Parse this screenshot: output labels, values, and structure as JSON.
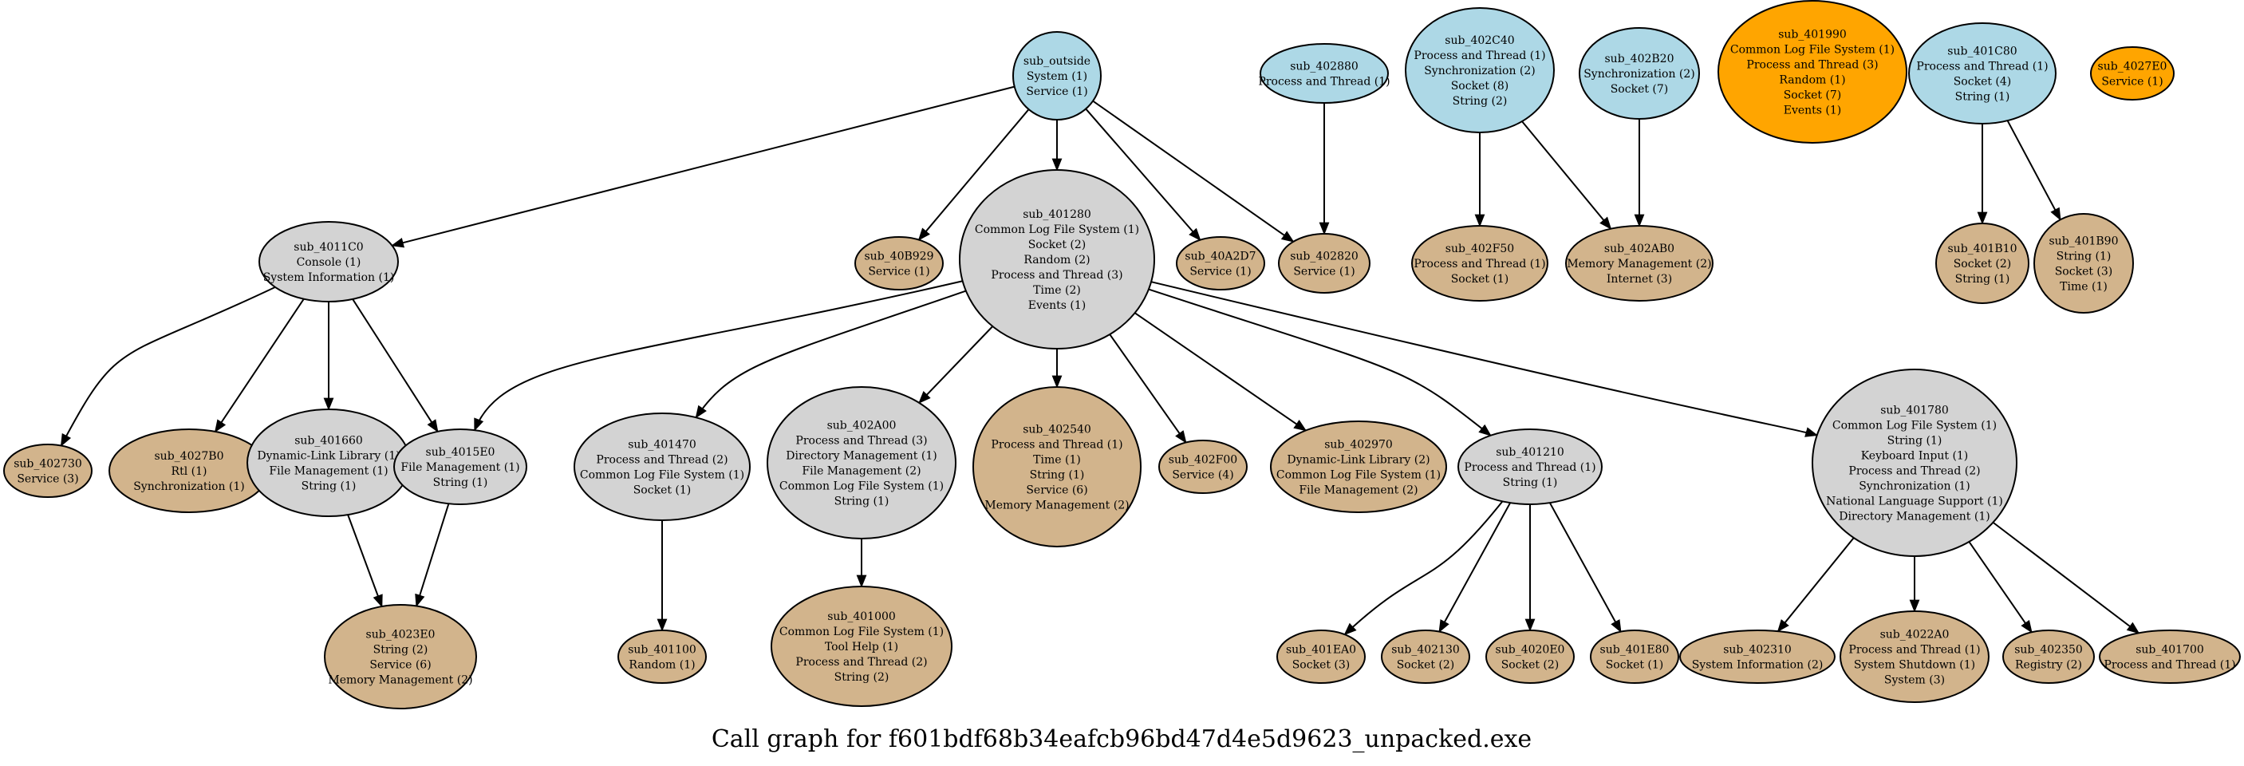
{
  "colors": {
    "root": "#add8e6",
    "internal": "#d3d3d3",
    "leaf": "#d2b48c",
    "orphan": "#ffa500",
    "edge": "#000000"
  },
  "caption": "Call graph for f601bdf68b34eafcb96bd47d4e5d9623_unpacked.exe",
  "nodes": [
    {
      "id": "sub_outside",
      "kind": "root",
      "lines": [
        "System (1)",
        "Service (1)"
      ]
    },
    {
      "id": "sub_402880",
      "kind": "root",
      "lines": [
        "Process and Thread (1)"
      ]
    },
    {
      "id": "sub_402C40",
      "kind": "root",
      "lines": [
        "Process and Thread (1)",
        "Synchronization (2)",
        "Socket (8)",
        "String (2)"
      ]
    },
    {
      "id": "sub_402B20",
      "kind": "root",
      "lines": [
        "Synchronization (2)",
        "Socket (7)"
      ]
    },
    {
      "id": "sub_401990",
      "kind": "orphan",
      "lines": [
        "Common Log File System (1)",
        "Process and Thread (3)",
        "Random (1)",
        "Socket (7)",
        "Events (1)"
      ]
    },
    {
      "id": "sub_401C80",
      "kind": "root",
      "lines": [
        "Process and Thread (1)",
        "Socket (4)",
        "String (1)"
      ]
    },
    {
      "id": "sub_4027E0",
      "kind": "orphan",
      "lines": [
        "Service (1)"
      ]
    },
    {
      "id": "sub_4011C0",
      "kind": "internal",
      "lines": [
        "Console (1)",
        "System Information (1)"
      ]
    },
    {
      "id": "sub_40B929",
      "kind": "leaf",
      "lines": [
        "Service (1)"
      ]
    },
    {
      "id": "sub_401280",
      "kind": "internal",
      "lines": [
        "Common Log File System (1)",
        "Socket (2)",
        "Random (2)",
        "Process and Thread (3)",
        "Time (2)",
        "Events (1)"
      ]
    },
    {
      "id": "sub_40A2D7",
      "kind": "leaf",
      "lines": [
        "Service (1)"
      ]
    },
    {
      "id": "sub_402820",
      "kind": "leaf",
      "lines": [
        "Service (1)"
      ]
    },
    {
      "id": "sub_402F50",
      "kind": "leaf",
      "lines": [
        "Process and Thread (1)",
        "Socket (1)"
      ]
    },
    {
      "id": "sub_402AB0",
      "kind": "leaf",
      "lines": [
        "Memory Management (2)",
        "Internet (3)"
      ]
    },
    {
      "id": "sub_401B10",
      "kind": "leaf",
      "lines": [
        "Socket (2)",
        "String (1)"
      ]
    },
    {
      "id": "sub_401B90",
      "kind": "leaf",
      "lines": [
        "String (1)",
        "Socket (3)",
        "Time (1)"
      ]
    },
    {
      "id": "sub_402730",
      "kind": "leaf",
      "lines": [
        "Service (3)"
      ]
    },
    {
      "id": "sub_4027B0",
      "kind": "leaf",
      "lines": [
        "Rtl (1)",
        "Synchronization (1)"
      ]
    },
    {
      "id": "sub_401660",
      "kind": "internal",
      "lines": [
        "Dynamic-Link Library (1)",
        "File Management (1)",
        "String (1)"
      ]
    },
    {
      "id": "sub_4015E0",
      "kind": "internal",
      "lines": [
        "File Management (1)",
        "String (1)"
      ]
    },
    {
      "id": "sub_401470",
      "kind": "internal",
      "lines": [
        "Process and Thread (2)",
        "Common Log File System (1)",
        "Socket (1)"
      ]
    },
    {
      "id": "sub_402A00",
      "kind": "internal",
      "lines": [
        "Process and Thread (3)",
        "Directory Management (1)",
        "File Management (2)",
        "Common Log File System (1)",
        "String (1)"
      ]
    },
    {
      "id": "sub_402540",
      "kind": "leaf",
      "lines": [
        "Process and Thread (1)",
        "Time (1)",
        "String (1)",
        "Service (6)",
        "Memory Management (2)"
      ]
    },
    {
      "id": "sub_402F00",
      "kind": "leaf",
      "lines": [
        "Service (4)"
      ]
    },
    {
      "id": "sub_402970",
      "kind": "leaf",
      "lines": [
        "Dynamic-Link Library (2)",
        "Common Log File System (1)",
        "File Management (2)"
      ]
    },
    {
      "id": "sub_401210",
      "kind": "internal",
      "lines": [
        "Process and Thread (1)",
        "String (1)"
      ]
    },
    {
      "id": "sub_401780",
      "kind": "internal",
      "lines": [
        "Common Log File System (1)",
        "String (1)",
        "Keyboard Input (1)",
        "Process and Thread (2)",
        "Synchronization (1)",
        "National Language Support (1)",
        "Directory Management (1)"
      ]
    },
    {
      "id": "sub_4023E0",
      "kind": "leaf",
      "lines": [
        "String (2)",
        "Service (6)",
        "Memory Management (2)"
      ]
    },
    {
      "id": "sub_401100",
      "kind": "leaf",
      "lines": [
        "Random (1)"
      ]
    },
    {
      "id": "sub_401000",
      "kind": "leaf",
      "lines": [
        "Common Log File System (1)",
        "Tool Help (1)",
        "Process and Thread (2)",
        "String (2)"
      ]
    },
    {
      "id": "sub_401EA0",
      "kind": "leaf",
      "lines": [
        "Socket (3)"
      ]
    },
    {
      "id": "sub_402130",
      "kind": "leaf",
      "lines": [
        "Socket (2)"
      ]
    },
    {
      "id": "sub_4020E0",
      "kind": "leaf",
      "lines": [
        "Socket (2)"
      ]
    },
    {
      "id": "sub_401E80",
      "kind": "leaf",
      "lines": [
        "Socket (1)"
      ]
    },
    {
      "id": "sub_402310",
      "kind": "leaf",
      "lines": [
        "System Information (2)"
      ]
    },
    {
      "id": "sub_4022A0",
      "kind": "leaf",
      "lines": [
        "Process and Thread (1)",
        "System Shutdown (1)",
        "System (3)"
      ]
    },
    {
      "id": "sub_402350",
      "kind": "leaf",
      "lines": [
        "Registry (2)"
      ]
    },
    {
      "id": "sub_401700",
      "kind": "leaf",
      "lines": [
        "Process and Thread (1)"
      ]
    }
  ],
  "edges": [
    [
      "sub_outside",
      "sub_4011C0"
    ],
    [
      "sub_outside",
      "sub_40B929"
    ],
    [
      "sub_outside",
      "sub_401280"
    ],
    [
      "sub_outside",
      "sub_40A2D7"
    ],
    [
      "sub_outside",
      "sub_402820"
    ],
    [
      "sub_402880",
      "sub_402820"
    ],
    [
      "sub_402C40",
      "sub_402F50"
    ],
    [
      "sub_402C40",
      "sub_402AB0"
    ],
    [
      "sub_402B20",
      "sub_402AB0"
    ],
    [
      "sub_401C80",
      "sub_401B10"
    ],
    [
      "sub_401C80",
      "sub_401B90"
    ],
    [
      "sub_4011C0",
      "sub_402730"
    ],
    [
      "sub_4011C0",
      "sub_4027B0"
    ],
    [
      "sub_4011C0",
      "sub_401660"
    ],
    [
      "sub_4011C0",
      "sub_4015E0"
    ],
    [
      "sub_401280",
      "sub_4015E0"
    ],
    [
      "sub_401280",
      "sub_401470"
    ],
    [
      "sub_401280",
      "sub_402A00"
    ],
    [
      "sub_401280",
      "sub_402540"
    ],
    [
      "sub_401280",
      "sub_402F00"
    ],
    [
      "sub_401280",
      "sub_402970"
    ],
    [
      "sub_401280",
      "sub_401210"
    ],
    [
      "sub_401280",
      "sub_401780"
    ],
    [
      "sub_401660",
      "sub_4023E0"
    ],
    [
      "sub_4015E0",
      "sub_4023E0"
    ],
    [
      "sub_401470",
      "sub_401100"
    ],
    [
      "sub_402A00",
      "sub_401000"
    ],
    [
      "sub_401210",
      "sub_401EA0"
    ],
    [
      "sub_401210",
      "sub_402130"
    ],
    [
      "sub_401210",
      "sub_4020E0"
    ],
    [
      "sub_401210",
      "sub_401E80"
    ],
    [
      "sub_401780",
      "sub_402310"
    ],
    [
      "sub_401780",
      "sub_4022A0"
    ],
    [
      "sub_401780",
      "sub_402350"
    ],
    [
      "sub_401780",
      "sub_401700"
    ]
  ]
}
